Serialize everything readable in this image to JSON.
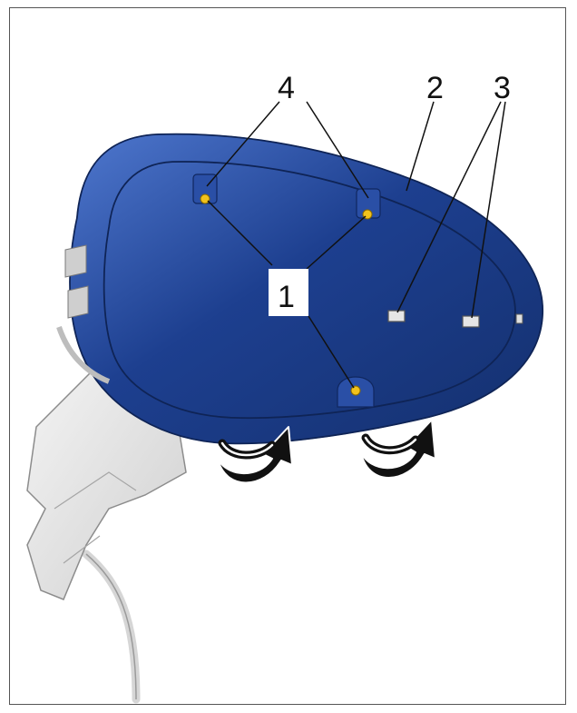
{
  "diagram": {
    "callouts": {
      "c1": "1",
      "c2": "2",
      "c3": "3",
      "c4": "4"
    },
    "colors": {
      "trim_ring": "#1d3f8f",
      "trim_ring_highlight": "#3f66c2",
      "housing": "#e9e9e9",
      "housing_shadow": "#c9c9c9",
      "clip": "#f2c21b",
      "arrow": "#111111"
    }
  }
}
